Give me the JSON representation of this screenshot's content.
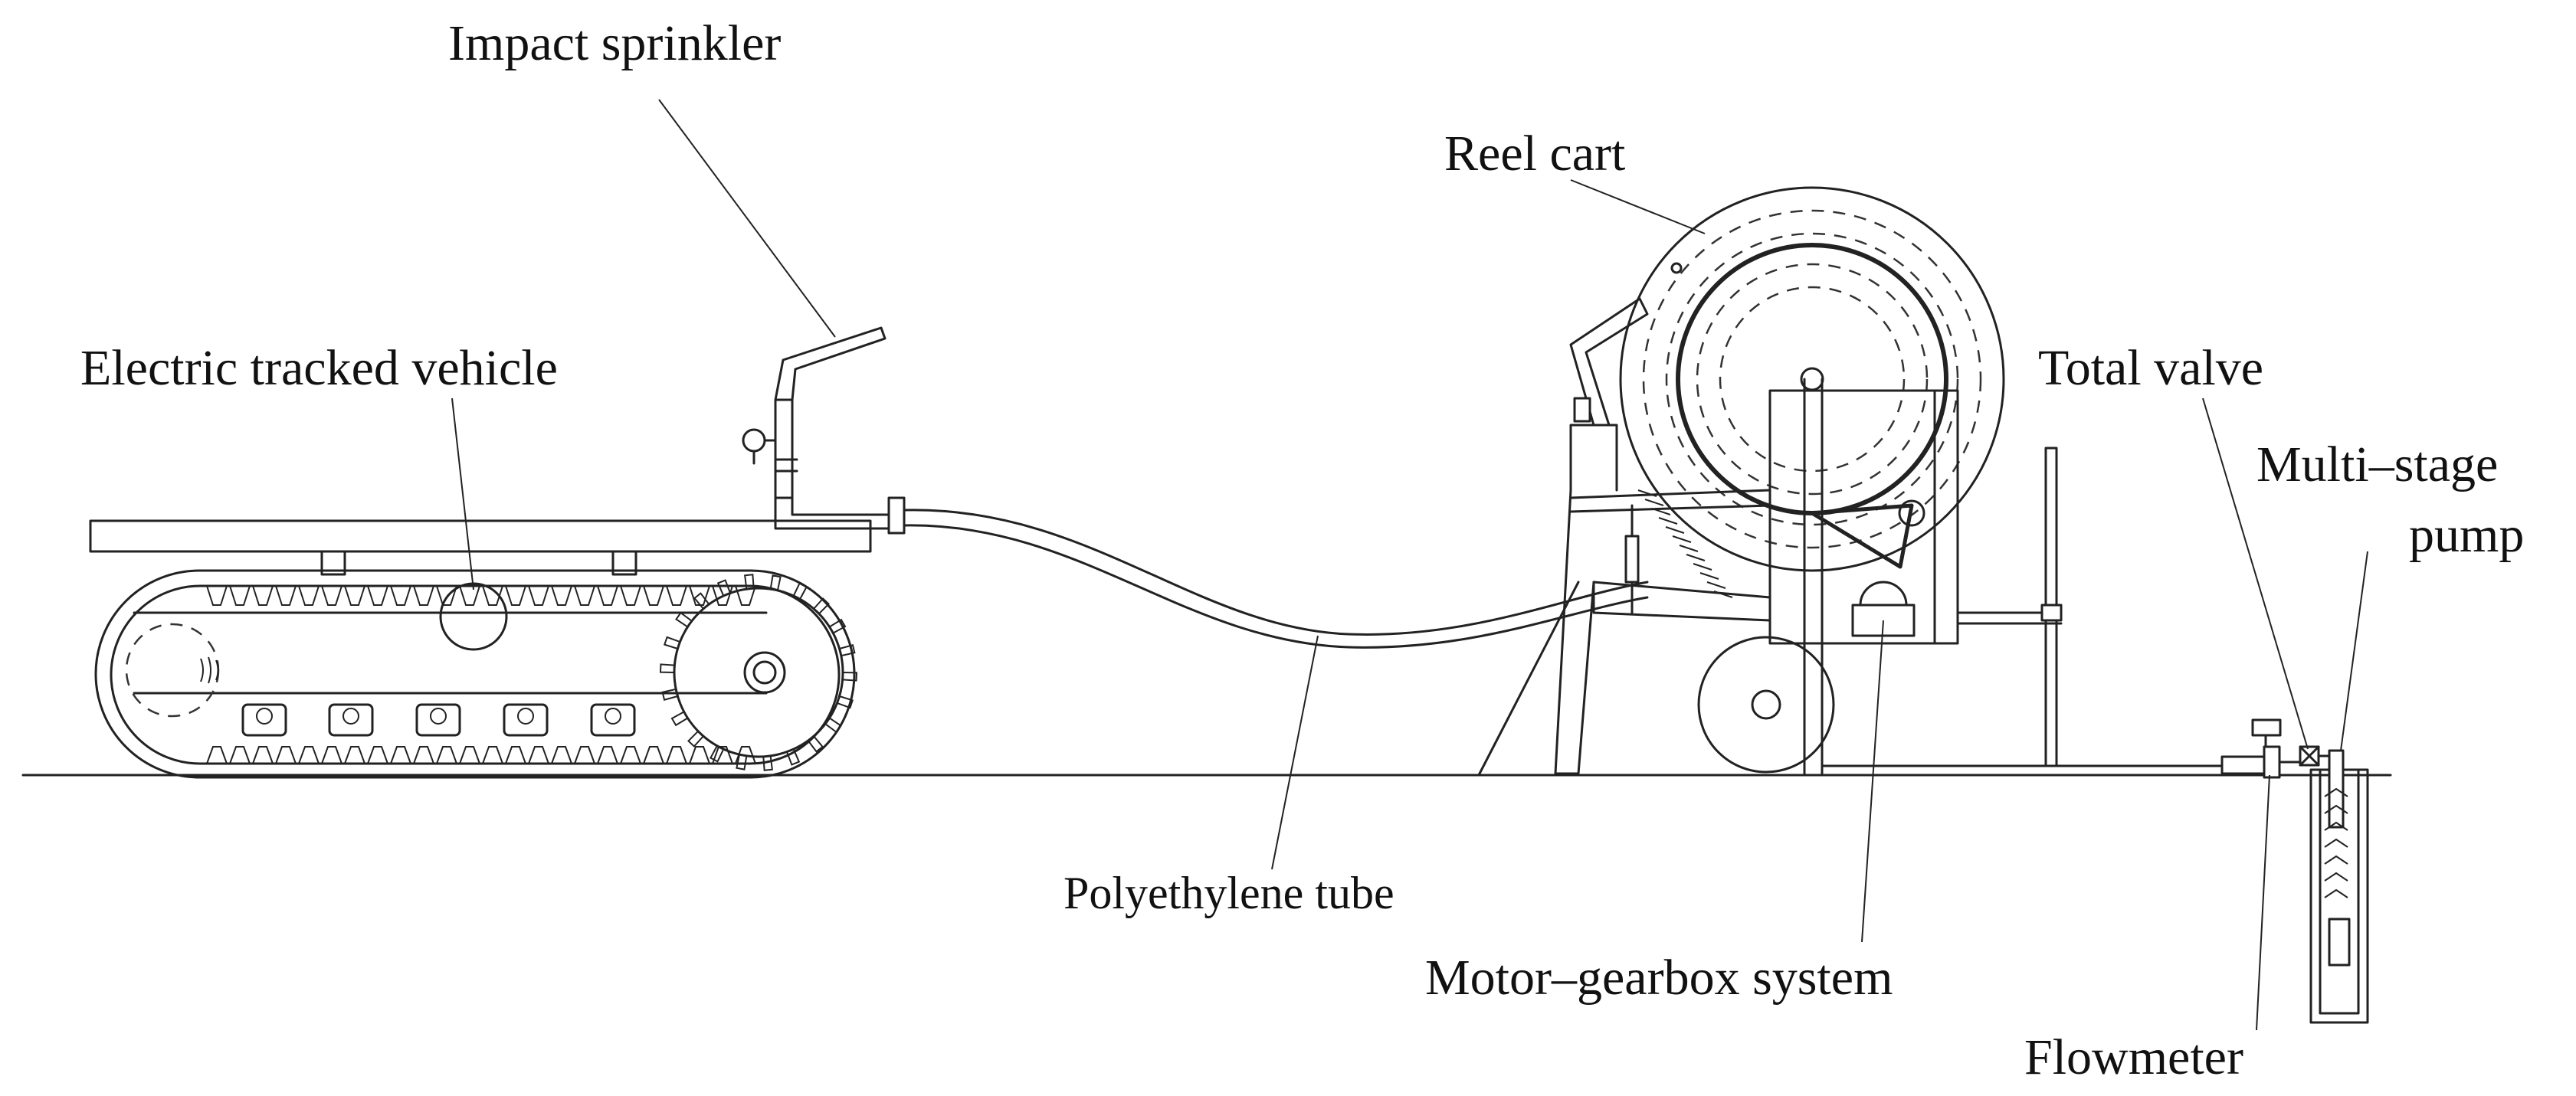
{
  "labels": {
    "impact_sprinkler": "Impact sprinkler",
    "reel_cart": "Reel cart",
    "electric_tracked_vehicle": "Electric tracked vehicle",
    "total_valve": "Total valve",
    "multi_stage_pump_line1": "Multi–stage",
    "multi_stage_pump_line2": "pump",
    "polyethylene_tube": "Polyethylene tube",
    "motor_gearbox_system": "Motor–gearbox system",
    "flowmeter": "Flowmeter"
  }
}
